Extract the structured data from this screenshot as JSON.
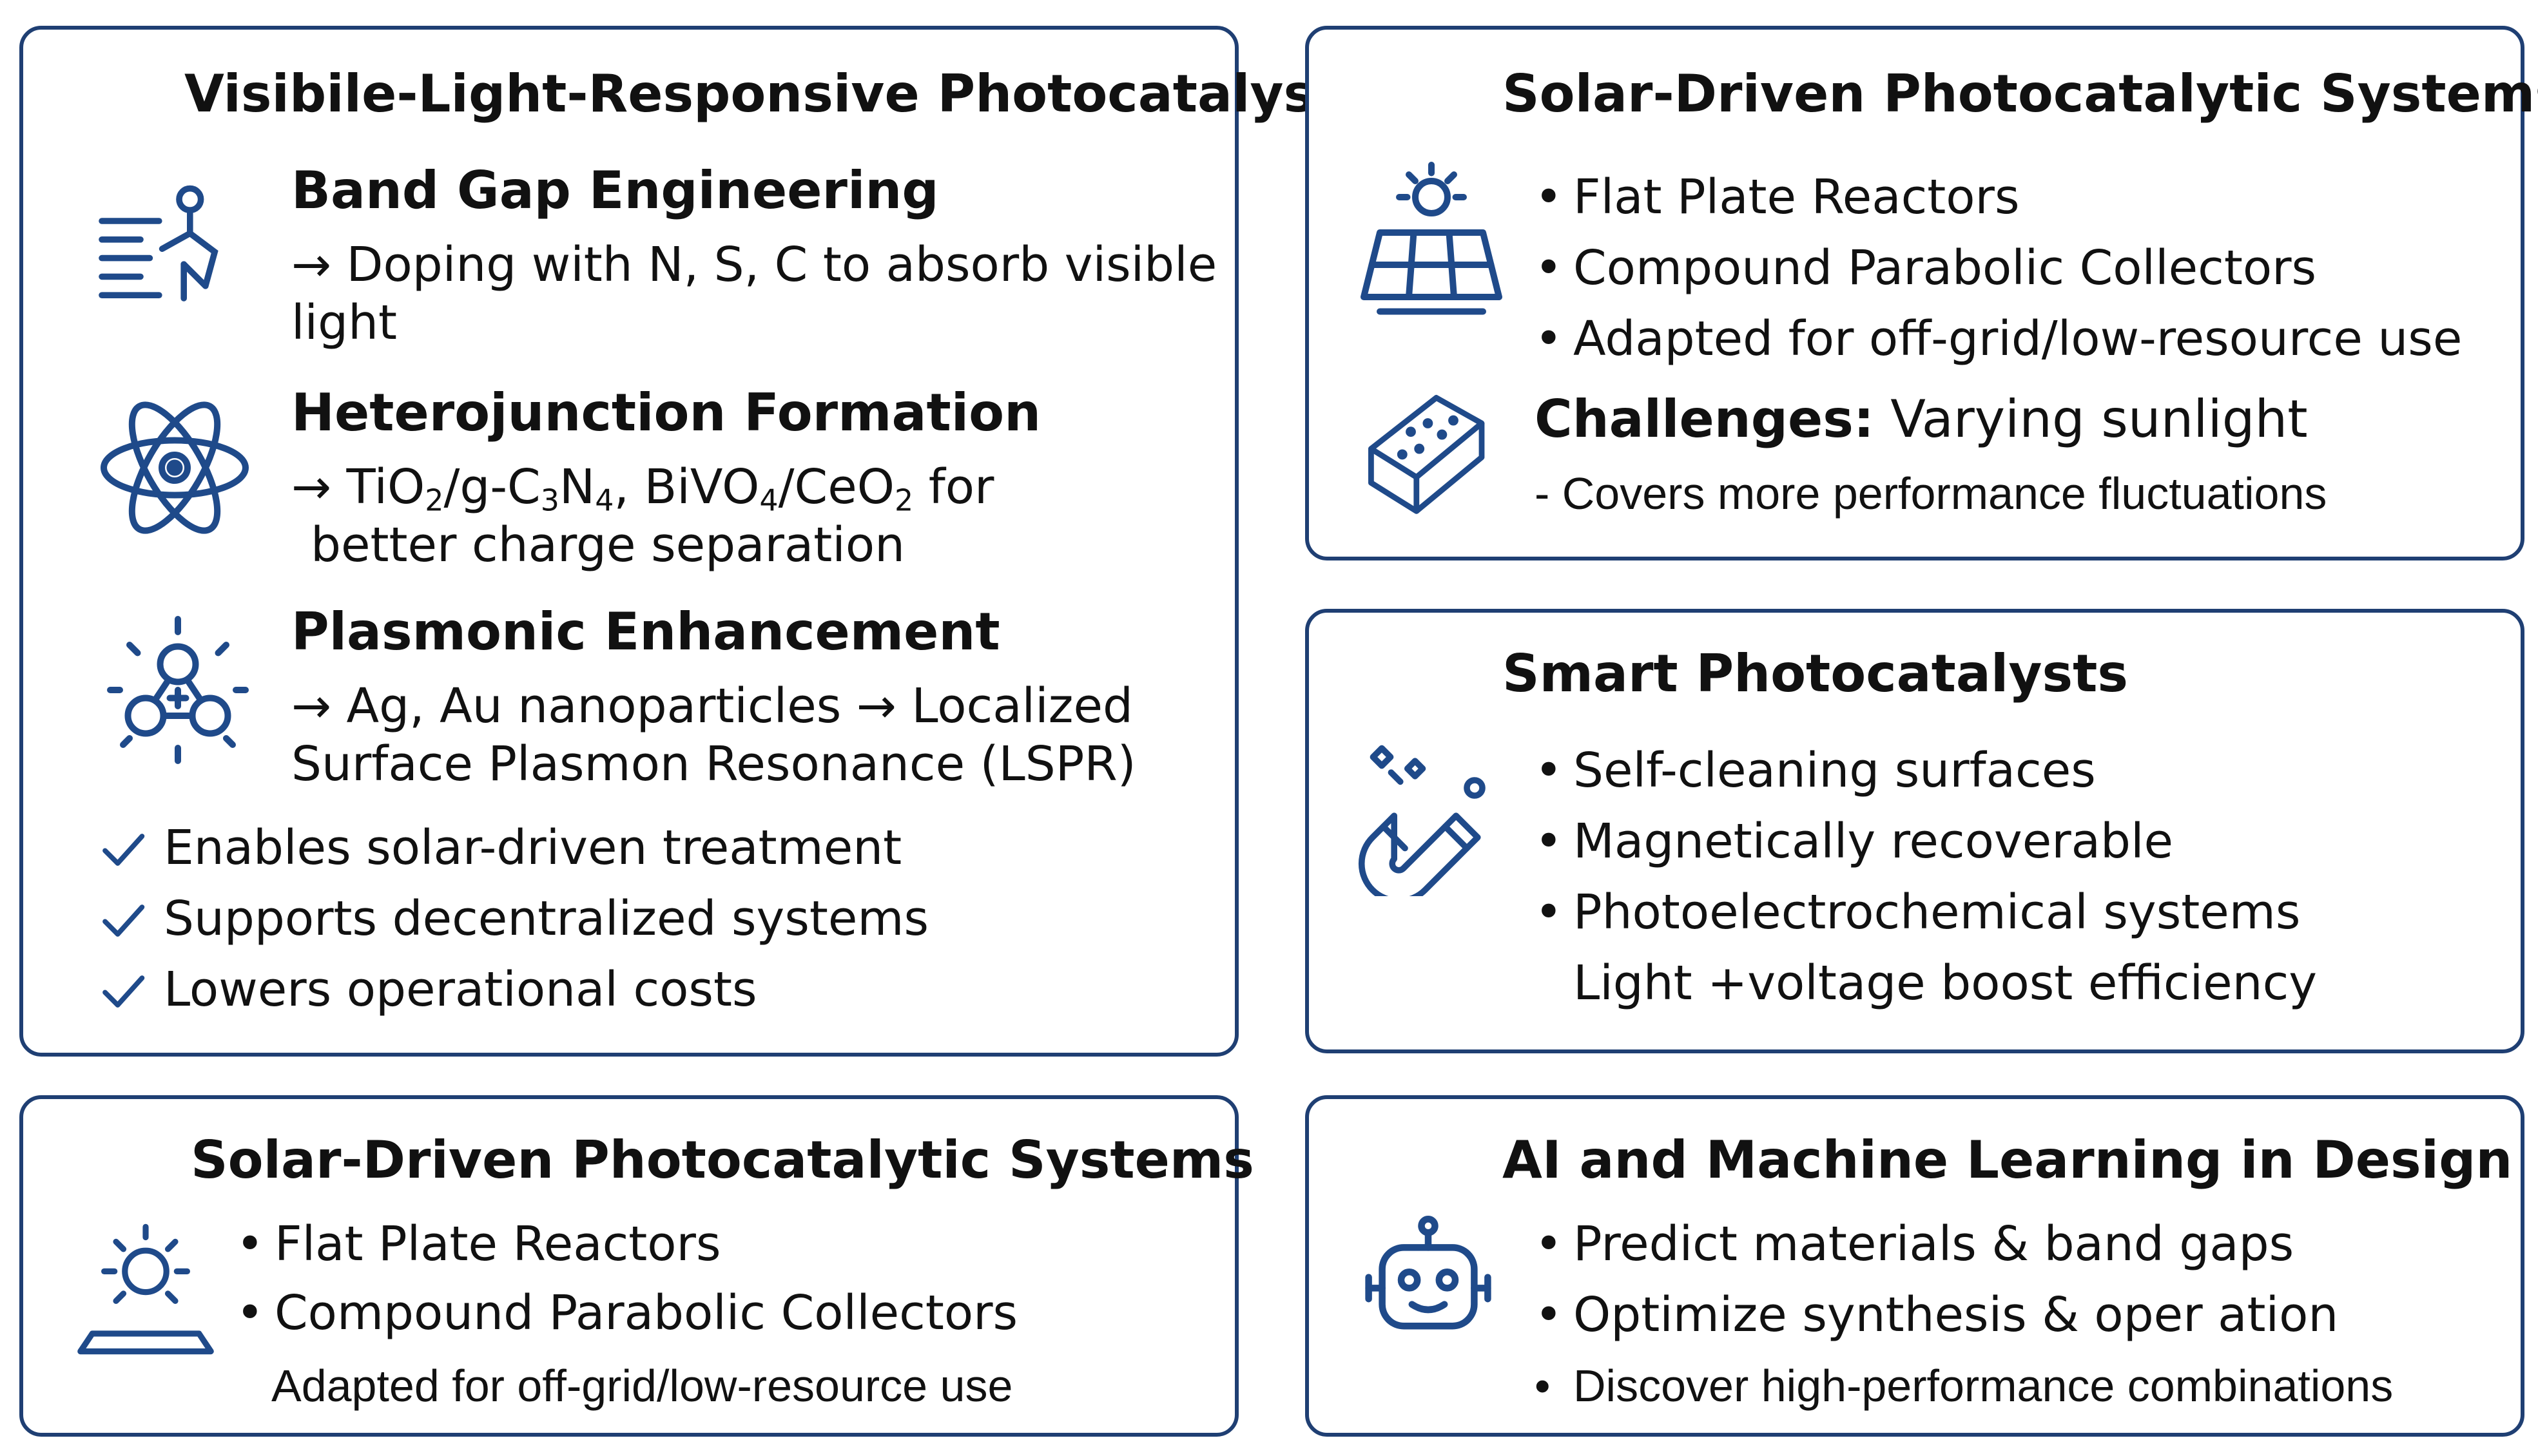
{
  "panel_visible_light": {
    "title": "Visibile-Light-Responsive Photocatalysts",
    "band_gap": {
      "heading": "Band Gap Engineering",
      "line1": "→ Doping with N, S, C to absorb visible",
      "line2": "light",
      "icon": "ruler-figure-icon"
    },
    "heterojunction": {
      "heading": "Heterojunction Formation",
      "arrow": "→ ",
      "ti": "TiO",
      "sub2a": "2",
      "slash1": "/g-C",
      "sub3": "3",
      "n": "N",
      "sub4a": "4",
      "comma": ", BiVO",
      "sub4b": "4",
      "slash2": "/CeO",
      "sub2b": "2",
      "tail": " for",
      "line2": "better charge separation",
      "icon": "atom-icon"
    },
    "plasmonic": {
      "heading": "Plasmonic Enhancement",
      "line1": "→ Ag, Au nanoparticles → Localized",
      "line2": "Surface Plasmon Resonance (LSPR)",
      "icon": "molecule-icon"
    },
    "checks": [
      "Enables solar-driven treatment",
      "Supports decentralized systems",
      "Lowers operational costs"
    ]
  },
  "panel_solar_top": {
    "title": "Solar-Driven Photocatalytic Systems",
    "bullets": [
      "Flat Plate Reactors",
      "Compound Parabolic Collectors",
      "Adapted for off-grid/low-resource use"
    ],
    "challenge_label": "Challenges:",
    "challenge_text": " Varying sunlight",
    "challenge_note": "- Covers more performance fluctuations",
    "icon_solar": "solar-panel-icon",
    "icon_challenge": "sponge-icon"
  },
  "panel_smart": {
    "title": "Smart Photocatalysts",
    "bullets": [
      "Self-cleaning surfaces",
      "Magnetically recoverable",
      "Photoelectrochemical systems"
    ],
    "extra_line": "Light +voltage boost efficiency",
    "icon": "magnet-icon"
  },
  "panel_solar_bottom": {
    "title": "Solar-Driven Photocatalytic Systems",
    "bullets": [
      "Flat Plate Reactors",
      "Compound Parabolic Collectors"
    ],
    "extra_line": "Adapted for off-grid/low-resource use",
    "icon": "sun-lamp-icon"
  },
  "panel_ai": {
    "title": "AI and Machine Learning in Design",
    "bullets": [
      "Predict materials & band gaps",
      "Optimize synthesis & oper ation",
      "Discover high-performance combinations"
    ],
    "icon": "robot-icon"
  },
  "bullet_glyph": "•",
  "colors": {
    "border": "#1f3f73",
    "icon": "#1f4a8a",
    "text": "#111111"
  }
}
